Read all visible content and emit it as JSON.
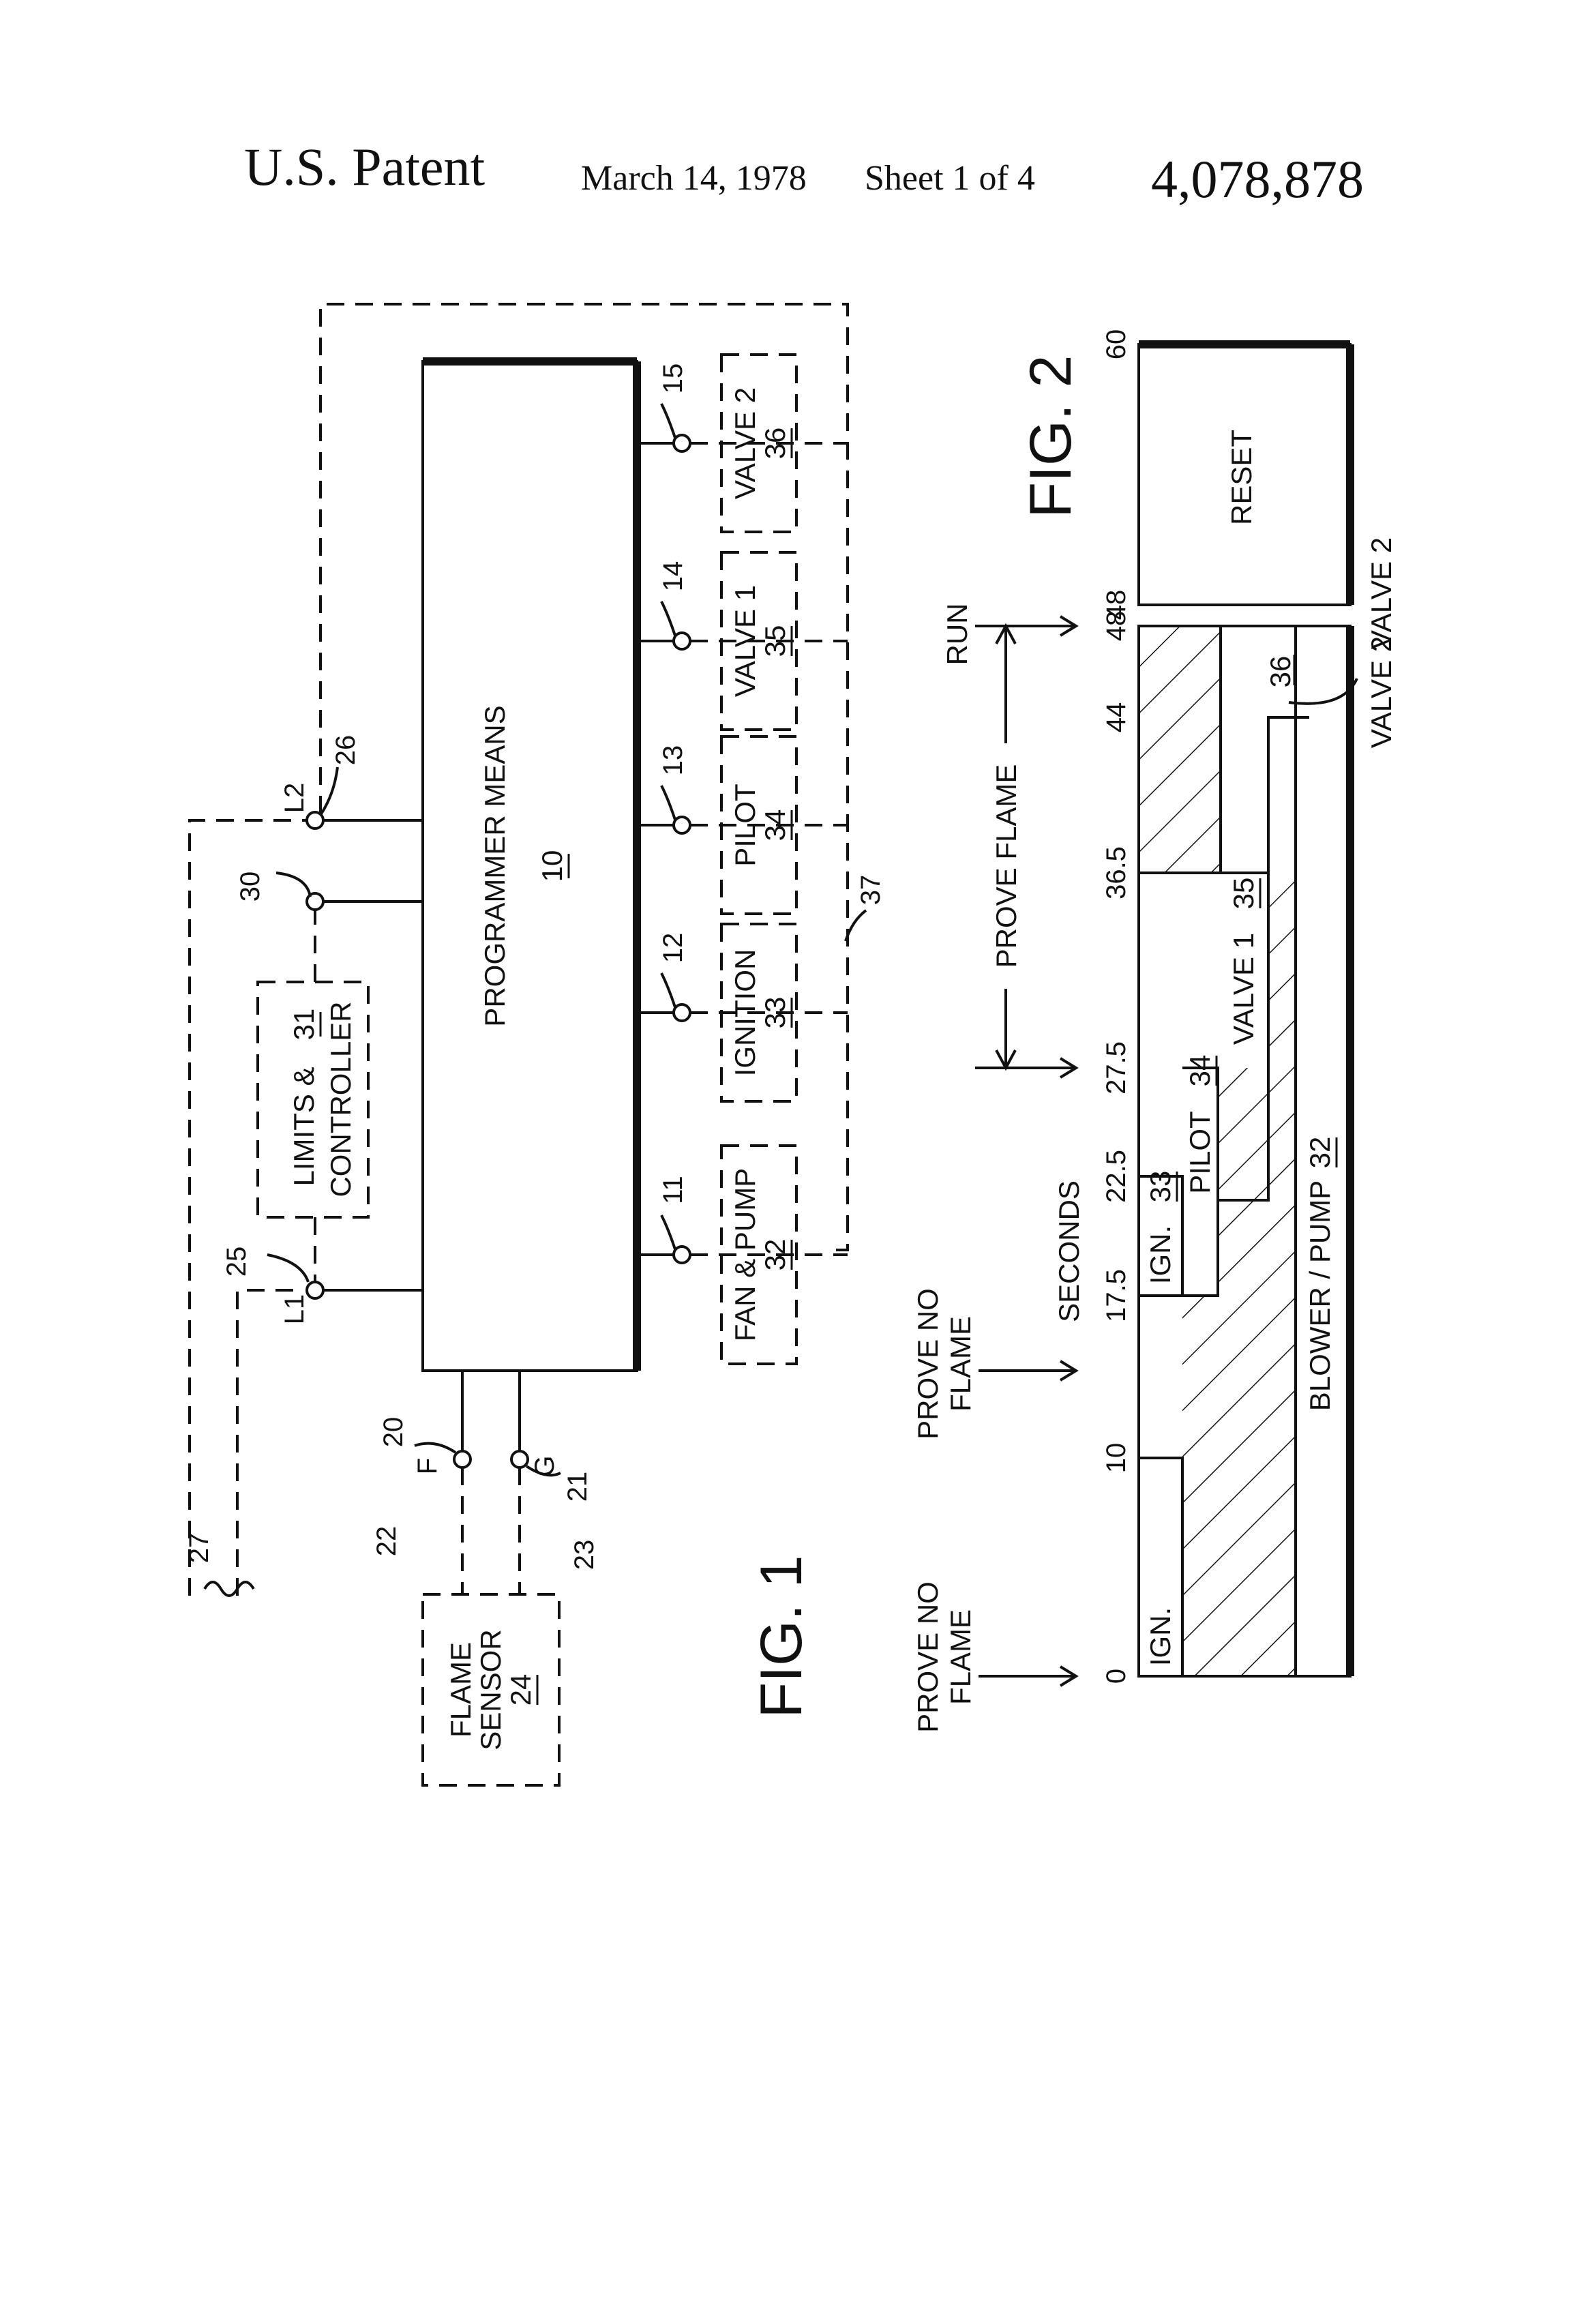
{
  "header": {
    "title": "U.S. Patent",
    "date": "March 14, 1978",
    "sheet": "Sheet 1 of 4",
    "patent_number": "4,078,878"
  },
  "fig1": {
    "caption": "FIG. 1",
    "programmer": {
      "line1": "PROGRAMMER MEANS",
      "ref": "10"
    },
    "limits": {
      "line1": "LIMITS &",
      "ref": "31",
      "line2": "CONTROLLER"
    },
    "flame_sensor": {
      "line1": "FLAME",
      "line2": "SENSOR",
      "ref": "24"
    },
    "outputs": [
      {
        "label": "FAN & PUMP",
        "ref": "32",
        "terminal": "11"
      },
      {
        "label": "IGNITION",
        "ref": "33",
        "terminal": "12"
      },
      {
        "label": "PILOT",
        "ref": "34",
        "terminal": "13"
      },
      {
        "label": "VALVE 1",
        "ref": "35",
        "terminal": "14"
      },
      {
        "label": "VALVE 2",
        "ref": "36",
        "terminal": "15"
      }
    ],
    "refs": {
      "l1": "L1",
      "l2": "L2",
      "n25": "25",
      "n26": "26",
      "n30": "30",
      "n20": "20",
      "n21": "21",
      "f": "F",
      "g": "G",
      "n22": "22",
      "n23": "23",
      "n27": "27",
      "n37": "37"
    }
  },
  "fig2": {
    "caption": "FIG. 2",
    "axis_label": "SECONDS",
    "ticks": [
      "0",
      "10",
      "17.5",
      "22.5",
      "27.5",
      "36.5",
      "44",
      "48",
      "48",
      "60"
    ],
    "phases": {
      "prove_no_flame_1": {
        "line1": "PROVE NO",
        "line2": "FLAME"
      },
      "prove_no_flame_2": {
        "line1": "PROVE NO",
        "line2": "FLAME"
      },
      "prove_flame": "PROVE FLAME",
      "run": "RUN"
    },
    "bars": {
      "ign1": "IGN.",
      "ign2": "IGN.",
      "ign2_ref": "33",
      "pilot": "PILOT",
      "pilot_ref": "34",
      "valve1": "VALVE 1",
      "valve1_ref": "35",
      "valve2_ref": "36",
      "valve2_callout": "VALVE 2",
      "blower": "BLOWER / PUMP",
      "blower_ref": "32",
      "reset": "RESET",
      "valve2_side": "VALVE 2"
    }
  }
}
